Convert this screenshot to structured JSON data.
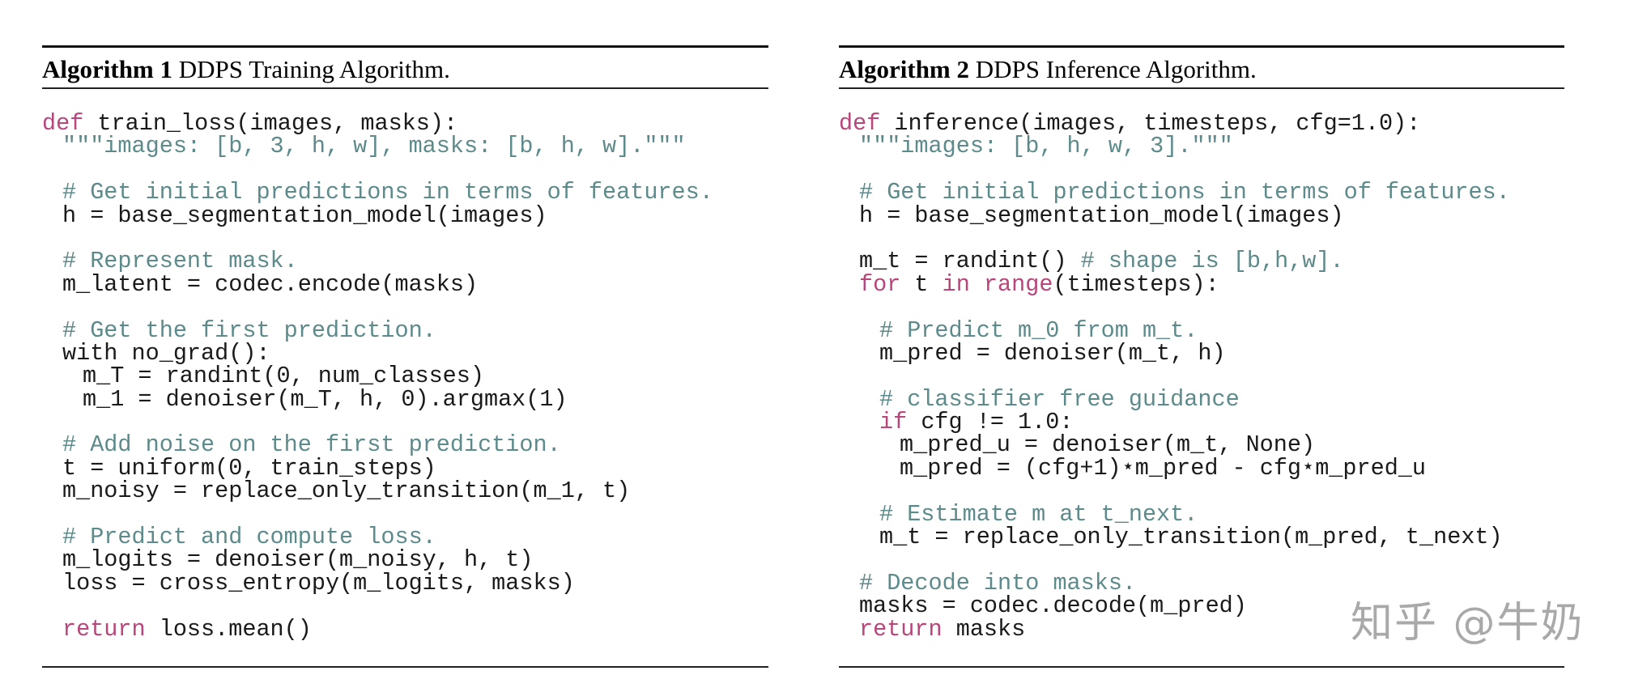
{
  "algorithms": [
    {
      "label": "Algorithm 1",
      "title": "DDPS Training Algorithm.",
      "lines": [
        {
          "indent": 0,
          "tokens": [
            {
              "t": "kw",
              "v": "def"
            },
            {
              "t": "pl",
              "v": " train_loss(images, masks):"
            }
          ]
        },
        {
          "indent": 1,
          "tokens": [
            {
              "t": "cm",
              "v": "\"\"\"images: [b, 3, h, w], masks: [b, h, w].\"\"\""
            }
          ]
        },
        {
          "indent": 0,
          "tokens": []
        },
        {
          "indent": 1,
          "tokens": [
            {
              "t": "cm",
              "v": "# Get initial predictions in terms of features."
            }
          ]
        },
        {
          "indent": 1,
          "tokens": [
            {
              "t": "pl",
              "v": "h = base_segmentation_model(images)"
            }
          ]
        },
        {
          "indent": 0,
          "tokens": []
        },
        {
          "indent": 1,
          "tokens": [
            {
              "t": "cm",
              "v": "# Represent mask."
            }
          ]
        },
        {
          "indent": 1,
          "tokens": [
            {
              "t": "pl",
              "v": "m_latent = codec.encode(masks)"
            }
          ]
        },
        {
          "indent": 0,
          "tokens": []
        },
        {
          "indent": 1,
          "tokens": [
            {
              "t": "cm",
              "v": "# Get the first prediction."
            }
          ]
        },
        {
          "indent": 1,
          "tokens": [
            {
              "t": "pl",
              "v": "with no_grad():"
            }
          ]
        },
        {
          "indent": 2,
          "tokens": [
            {
              "t": "pl",
              "v": "m_T = randint(0, num_classes)"
            }
          ]
        },
        {
          "indent": 2,
          "tokens": [
            {
              "t": "pl",
              "v": "m_1 = denoiser(m_T, h, 0).argmax(1)"
            }
          ]
        },
        {
          "indent": 0,
          "tokens": []
        },
        {
          "indent": 1,
          "tokens": [
            {
              "t": "cm",
              "v": "# Add noise on the first prediction."
            }
          ]
        },
        {
          "indent": 1,
          "tokens": [
            {
              "t": "pl",
              "v": "t = uniform(0, train_steps)"
            }
          ]
        },
        {
          "indent": 1,
          "tokens": [
            {
              "t": "pl",
              "v": "m_noisy = replace_only_transition(m_1, t)"
            }
          ]
        },
        {
          "indent": 0,
          "tokens": []
        },
        {
          "indent": 1,
          "tokens": [
            {
              "t": "cm",
              "v": "# Predict and compute loss."
            }
          ]
        },
        {
          "indent": 1,
          "tokens": [
            {
              "t": "pl",
              "v": "m_logits = denoiser(m_noisy, h, t)"
            }
          ]
        },
        {
          "indent": 1,
          "tokens": [
            {
              "t": "pl",
              "v": "loss = cross_entropy(m_logits, masks)"
            }
          ]
        },
        {
          "indent": 0,
          "tokens": []
        },
        {
          "indent": 1,
          "tokens": [
            {
              "t": "kw",
              "v": "return"
            },
            {
              "t": "pl",
              "v": " loss.mean()"
            }
          ]
        }
      ]
    },
    {
      "label": "Algorithm 2",
      "title": "DDPS Inference Algorithm.",
      "lines": [
        {
          "indent": 0,
          "tokens": [
            {
              "t": "kw",
              "v": "def"
            },
            {
              "t": "pl",
              "v": " inference(images, timesteps, cfg=1.0):"
            }
          ]
        },
        {
          "indent": 1,
          "tokens": [
            {
              "t": "cm",
              "v": "\"\"\"images: [b, h, w, 3].\"\"\""
            }
          ]
        },
        {
          "indent": 0,
          "tokens": []
        },
        {
          "indent": 1,
          "tokens": [
            {
              "t": "cm",
              "v": "# Get initial predictions in terms of features."
            }
          ]
        },
        {
          "indent": 1,
          "tokens": [
            {
              "t": "pl",
              "v": "h = base_segmentation_model(images)"
            }
          ]
        },
        {
          "indent": 0,
          "tokens": []
        },
        {
          "indent": 1,
          "tokens": [
            {
              "t": "pl",
              "v": "m_t = randint() "
            },
            {
              "t": "cm",
              "v": "# shape is [b,h,w]."
            }
          ]
        },
        {
          "indent": 1,
          "tokens": [
            {
              "t": "kw",
              "v": "for"
            },
            {
              "t": "pl",
              "v": " t "
            },
            {
              "t": "kw",
              "v": "in"
            },
            {
              "t": "pl",
              "v": " "
            },
            {
              "t": "kw",
              "v": "range"
            },
            {
              "t": "pl",
              "v": "(timesteps):"
            }
          ]
        },
        {
          "indent": 0,
          "tokens": []
        },
        {
          "indent": 2,
          "tokens": [
            {
              "t": "cm",
              "v": "# Predict m_0 from m_t."
            }
          ]
        },
        {
          "indent": 2,
          "tokens": [
            {
              "t": "pl",
              "v": "m_pred = denoiser(m_t, h)"
            }
          ]
        },
        {
          "indent": 0,
          "tokens": []
        },
        {
          "indent": 2,
          "tokens": [
            {
              "t": "cm",
              "v": "# classifier free guidance"
            }
          ]
        },
        {
          "indent": 2,
          "tokens": [
            {
              "t": "kw",
              "v": "if"
            },
            {
              "t": "pl",
              "v": " cfg != 1.0:"
            }
          ]
        },
        {
          "indent": 3,
          "tokens": [
            {
              "t": "pl",
              "v": "m_pred_u = denoiser(m_t, None)"
            }
          ]
        },
        {
          "indent": 3,
          "tokens": [
            {
              "t": "pl",
              "v": "m_pred = (cfg+1)⋆m_pred - cfg⋆m_pred_u"
            }
          ]
        },
        {
          "indent": 0,
          "tokens": []
        },
        {
          "indent": 2,
          "tokens": [
            {
              "t": "cm",
              "v": "# Estimate m at t_next."
            }
          ]
        },
        {
          "indent": 2,
          "tokens": [
            {
              "t": "pl",
              "v": "m_t = replace_only_transition(m_pred, t_next)"
            }
          ]
        },
        {
          "indent": 0,
          "tokens": []
        },
        {
          "indent": 1,
          "tokens": [
            {
              "t": "cm",
              "v": "# Decode into masks."
            }
          ]
        },
        {
          "indent": 1,
          "tokens": [
            {
              "t": "pl",
              "v": "masks = codec.decode(m_pred)"
            }
          ]
        },
        {
          "indent": 1,
          "tokens": [
            {
              "t": "kw",
              "v": "return"
            },
            {
              "t": "pl",
              "v": " masks"
            }
          ]
        }
      ]
    }
  ],
  "watermark": "知乎 @牛奶",
  "colors": {
    "keyword": "#b8467a",
    "comment": "#5d8a8a",
    "text": "#1a1a1a",
    "rule": "#111111",
    "watermark": "#a9a9a9"
  }
}
